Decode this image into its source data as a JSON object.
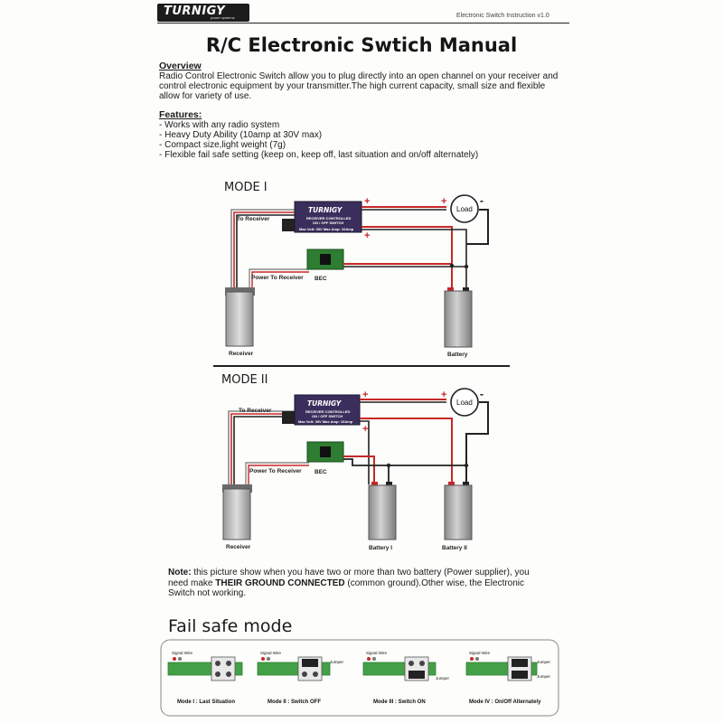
{
  "header": {
    "logo": "TURNIGY",
    "logo_sub": "power systems",
    "doc_ref": "Electronic Switch Instruction v1.0"
  },
  "title": "R/C Electronic Swtich Manual",
  "overview": {
    "heading": "Overview",
    "text": "Radio Control Electronic Switch allow you to plug directly into an open channel on your receiver and control electronic equipment by your transmitter.The high current capacity, small size and flexible allow for variety of use."
  },
  "features": {
    "heading": "Features:",
    "items": [
      "- Works with any radio system",
      "- Heavy Duty Ability (10amp at 30V max)",
      "- Compact size,light weight (7g)",
      "- Flexible fail safe setting (keep on, keep off, last situation and on/off alternately)"
    ]
  },
  "mode1": {
    "label": "MODE I",
    "to_receiver": "To Receiver",
    "power_to_receiver": "Power To Receiver",
    "bec": "BEC",
    "receiver": "Receiver",
    "battery": "Battery",
    "load": "Load"
  },
  "mode2": {
    "label": "MODE II",
    "to_receiver": "To Receiver",
    "power_to_receiver": "Power To Receiver",
    "bec": "BEC",
    "receiver": "Receiver",
    "battery1": "Battery I",
    "battery2": "Battery II",
    "load": "Load"
  },
  "switch_box": {
    "logo": "TURNIGY",
    "line1": "RECEIVER CONTROLLED",
    "line2": "ON / OFF SWITCH",
    "line3": "Max Volt: 30V   Max Amp: 10Amp"
  },
  "note": {
    "label": "Note:",
    "text1": " this picture show when you have two or more than two battery (Power supplier), you need make ",
    "emphasis": "THEIR GROUND CONNECTED",
    "text2": " (common ground).Other wise, the Electronic Switch not working."
  },
  "failsafe": {
    "title": "Fail safe mode",
    "signal_wire": "Signal Wire",
    "jumper": "Jumper",
    "modes": [
      "Mode I : Last Situation",
      "Mode II : Switch OFF",
      "Mode III : Switch ON",
      "Mode IV : On/Off Alternately"
    ]
  },
  "colors": {
    "wire_red": "#d32f2f",
    "wire_black": "#1a1a1a",
    "switch_body": "#3a2f5c",
    "bec_green": "#2e7d32",
    "pcb_green": "#43a047",
    "battery_gray": "#a9a9a9"
  }
}
